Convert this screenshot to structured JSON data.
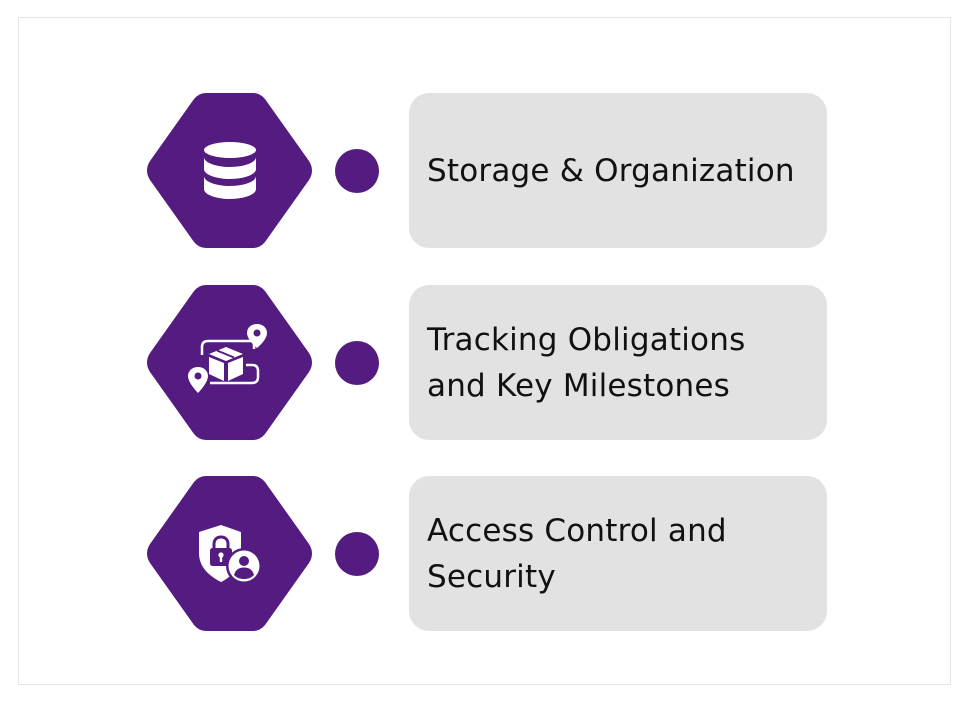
{
  "colors": {
    "accent": "#541b80",
    "card_bg": "#e2e2e2",
    "text": "#111111",
    "icon": "#ffffff"
  },
  "items": [
    {
      "label": "Storage & Organization",
      "icon": "database-icon"
    },
    {
      "label": "Tracking Obligations\nand Key Milestones",
      "icon": "package-route-icon"
    },
    {
      "label": "Access Control and\nSecurity",
      "icon": "shield-lock-user-icon"
    }
  ]
}
